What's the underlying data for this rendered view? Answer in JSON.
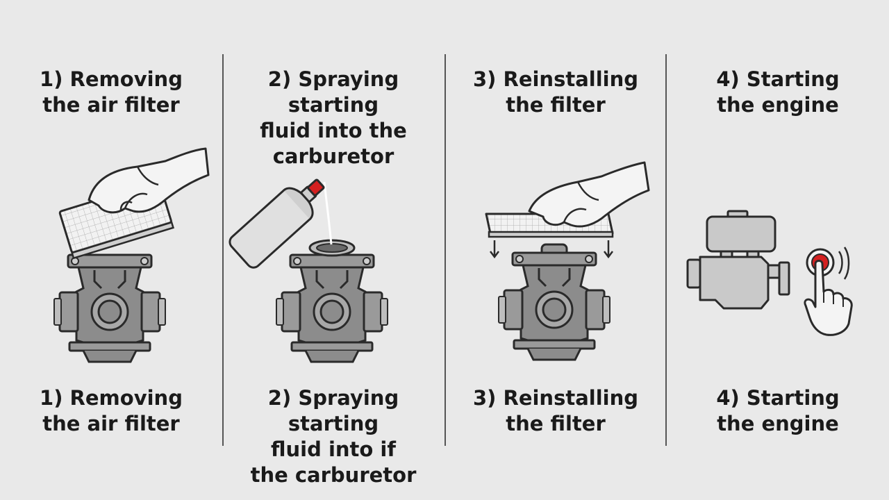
{
  "steps": [
    {
      "title": "1) Removing\nthe air filter",
      "caption": "1) Removing\nthe air filter",
      "icons": [
        "hand-icon",
        "air-filter-icon",
        "carburetor-icon"
      ]
    },
    {
      "title": "2) Spraying starting\nfluid into the\ncarburetor",
      "caption": "2) Spraying starting\nfluid into if\nthe carburetor",
      "icons": [
        "spray-can-icon",
        "carburetor-icon"
      ]
    },
    {
      "title": "3) Reinstalling\nthe filter",
      "caption": "3) Reinstalling\nthe filter",
      "icons": [
        "hand-icon",
        "air-filter-icon",
        "down-arrow-icon",
        "carburetor-icon"
      ]
    },
    {
      "title": "4) Starting\nthe engine",
      "caption": "4) Starting\nthe engine",
      "icons": [
        "engine-icon",
        "start-button-icon",
        "pointing-hand-icon"
      ]
    }
  ],
  "colors": {
    "background": "#e9e9e9",
    "metal": "#8c8c8c",
    "metal_light": "#bdbdbd",
    "accent_red": "#d42020",
    "outline": "#2a2a2a"
  }
}
